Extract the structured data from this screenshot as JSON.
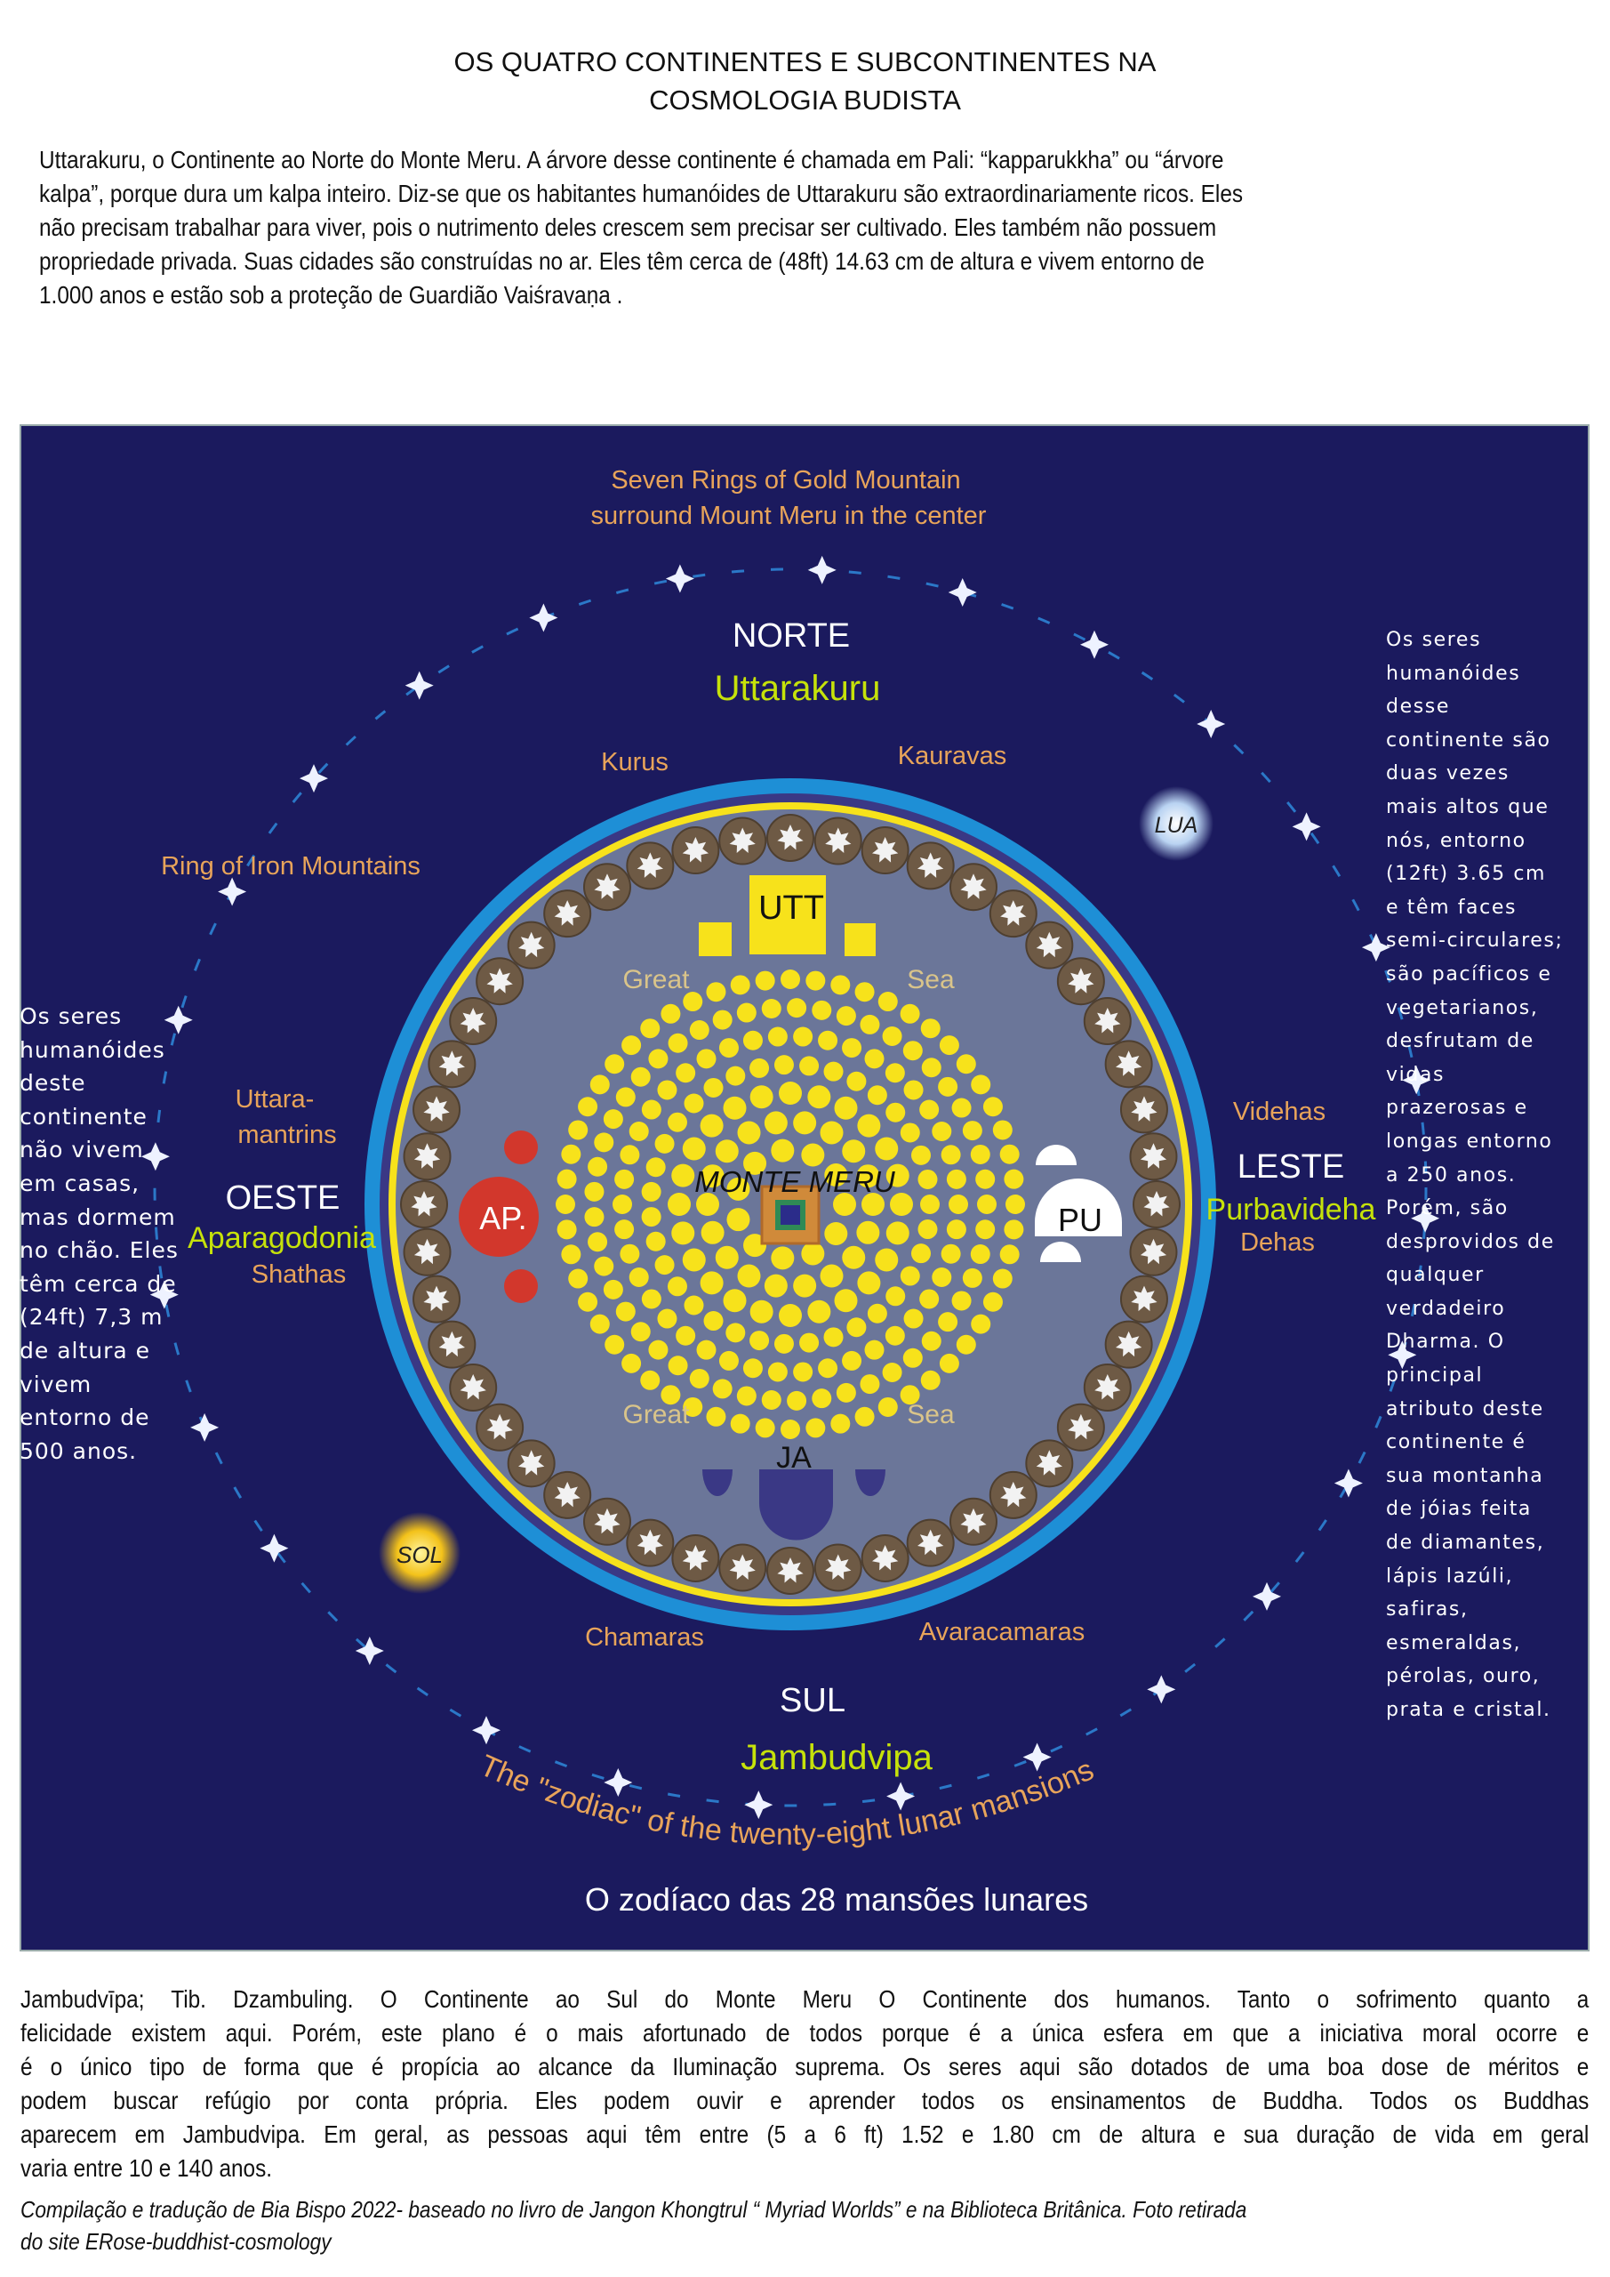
{
  "title": [
    "OS QUATRO CONTINENTES E SUBCONTINENTES NA",
    "COSMOLOGIA BUDISTA"
  ],
  "intro_lines": [
    "Uttarakuru, o Continente ao Norte do Monte Meru. A árvore desse continente é chamada em Pali: “kapparukkha” ou “árvore",
    "kalpa”, porque dura um kalpa inteiro. Diz-se que os habitantes humanóides de Uttarakuru são extraordinariamente ricos. Eles",
    "não precisam trabalhar para viver, pois o nutrimento deles crescem sem precisar ser cultivado. Eles também não possuem",
    "propriedade privada. Suas cidades são construídas no ar. Eles têm cerca de (48ft) 14.63 cm de altura e vivem entorno de",
    "1.000 anos e estão sob a proteção de Guardião Vaiśravaṇa ."
  ],
  "diagram": {
    "header": [
      "Seven Rings of Gold Mountain",
      "surround Mount Meru in the center"
    ],
    "north": {
      "direction": "NORTE",
      "name": "Uttarakuru",
      "sub_left": "Kurus",
      "sub_right": "Kauravas",
      "code": "UTT"
    },
    "west": {
      "direction": "OESTE",
      "name": "Aparagodonia",
      "sub_top": [
        "Uttara-",
        "mantrins"
      ],
      "sub_bottom": "Shathas",
      "code": "AP."
    },
    "east": {
      "direction": "LESTE",
      "name": "Purbavideha",
      "sub_top": "Videhas",
      "sub_bottom": "Dehas",
      "code": "PU"
    },
    "south": {
      "direction": "SUL",
      "name": "Jambudvipa",
      "sub_left": "Chamaras",
      "sub_right": "Avaracamaras",
      "code": "JA"
    },
    "iron_ring_label": "Ring of Iron Mountains",
    "great_sea": [
      "Great",
      "Sea"
    ],
    "center_label": "MONTE MERU",
    "moon_label": "LUA",
    "sun_label": "SOL",
    "zodiac_curved": "The \"zodiac\" of the twenty-eight lunar mansions",
    "zodiac_caption": "O zodíaco das 28 mansões lunares",
    "gold_rings": 7,
    "iron_mountains": 48,
    "lunar_mansions": 28,
    "colors": {
      "background": "#1b1a5e",
      "ocean": "#6b7699",
      "gold": "#f7e21b",
      "ring_blue": "#1e8fd6",
      "label_orange": "#e8a45a",
      "continent_green": "#c6e20a",
      "red": "#d2372c",
      "brown": "#6e5a45"
    },
    "left_text": [
      "Os seres",
      "humanóides",
      "deste",
      "continente",
      "não vivem",
      "em casas,",
      "mas dormem",
      "no chão. Eles",
      "têm cerca de",
      "(24ft) 7,3 m",
      "de altura e",
      "vivem",
      "entorno de",
      "500 anos."
    ],
    "right_text": [
      "Os seres",
      "humanóides",
      "desse",
      "continente são",
      "duas vezes",
      "mais altos que",
      "nós, entorno",
      "(12ft) 3.65 cm",
      "e têm faces",
      "semi-circulares;",
      "são pacíficos e",
      "vegetarianos,",
      "desfrutam de",
      "vidas",
      "prazerosas  e",
      "longas  entorno",
      "a 250 anos.",
      "Porém, são",
      "desprovidos de",
      "qualquer",
      "verdadeiro",
      "Dharma. O",
      "principal",
      "atributo deste",
      "continente é",
      "sua montanha",
      "de jóias feita",
      "de diamantes,",
      "lápis lazúli,",
      "safiras,",
      "esmeraldas,",
      "pérolas, ouro,",
      "prata e cristal."
    ]
  },
  "south_lines": [
    "Jambudvīpa; Tib. Dzambuling. O Continente ao Sul do Monte Meru O Continente dos humanos. Tanto o sofrimento quanto a",
    "felicidade existem aqui. Porém, este plano é o mais afortunado de todos porque é a única esfera em que a iniciativa moral ocorre e",
    "é o único tipo de forma que é propícia ao alcance da Iluminação suprema. Os seres aqui são dotados de uma boa dose de méritos e",
    "podem buscar refúgio por conta própria. Eles podem ouvir e aprender todos os ensinamentos de Buddha. Todos os Buddhas",
    "aparecem em Jambudvipa. Em geral, as pessoas aqui têm entre (5 a 6 ft) 1.52 e 1.80 cm de altura e sua duração de vida em geral",
    "varia entre  10 e 140 anos."
  ],
  "credits": [
    "Compilação e tradução de Bia Bispo 2022- baseado no livro de Jangon Khongtrul “ Myriad Worlds” e na Biblioteca Britânica. Foto retirada",
    "do site ERose-buddhist-cosmology"
  ]
}
